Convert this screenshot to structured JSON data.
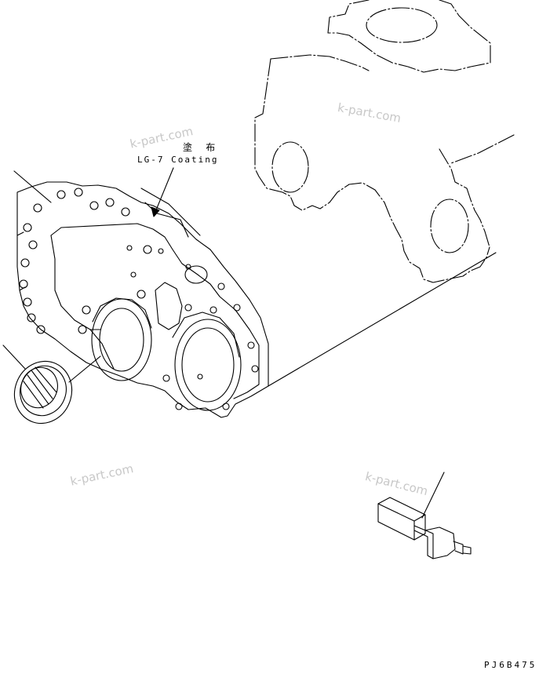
{
  "diagram": {
    "note_jp": "塗 布",
    "note_en": "LG-7 Coating",
    "figure_code": "PJ6B475",
    "watermarks": [
      "k-part.com",
      "k-part.com",
      "k-part.com",
      "k-part.com"
    ]
  },
  "colors": {
    "line": "#000000",
    "watermark": "#c8c8c8"
  }
}
